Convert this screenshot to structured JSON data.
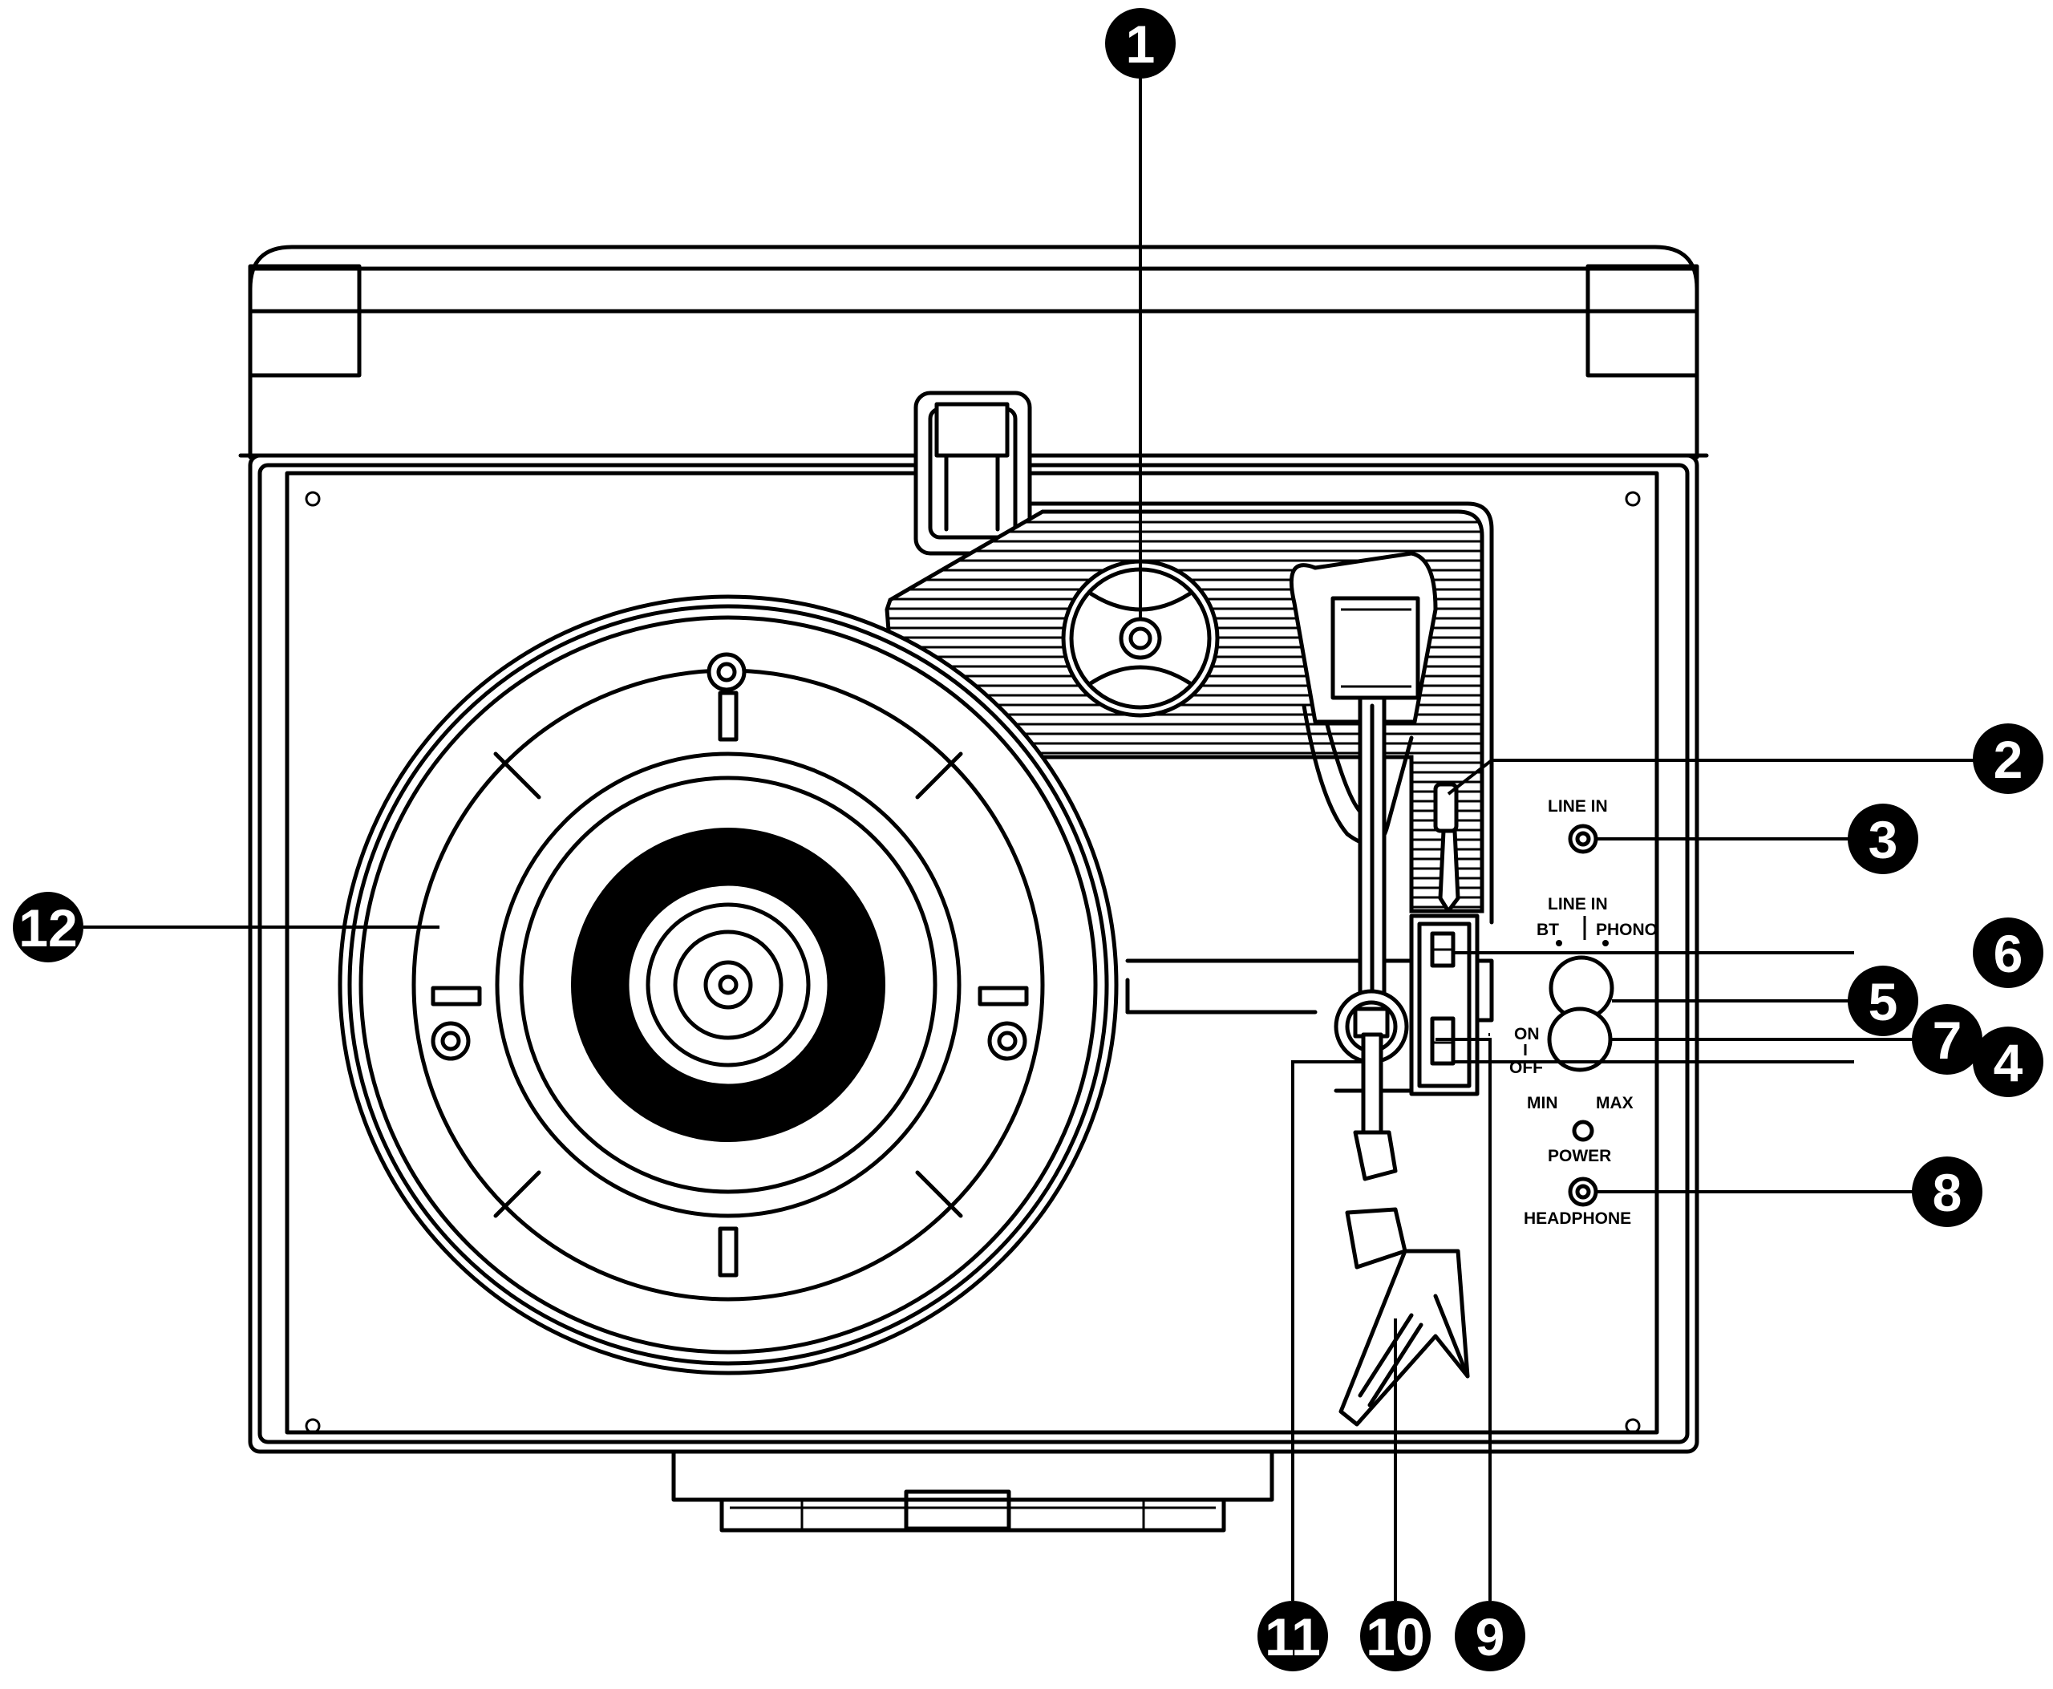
{
  "panel_labels": {
    "line_in_jack": "LINE  IN",
    "selector_top": "LINE  IN",
    "selector_bt": "BT",
    "selector_phono": "PHONO",
    "on": "ON",
    "off": "OFF",
    "min": "MIN",
    "max": "MAX",
    "power": "POWER",
    "headphone": "HEADPHONE"
  },
  "callouts": {
    "c1": "1",
    "c2": "2",
    "c3": "3",
    "c4": "4",
    "c5": "5",
    "c6": "6",
    "c7": "7",
    "c8": "8",
    "c9": "9",
    "c10": "10",
    "c11": "11",
    "c12": "12"
  },
  "colors": {
    "line": "#000000",
    "background": "#ffffff"
  }
}
